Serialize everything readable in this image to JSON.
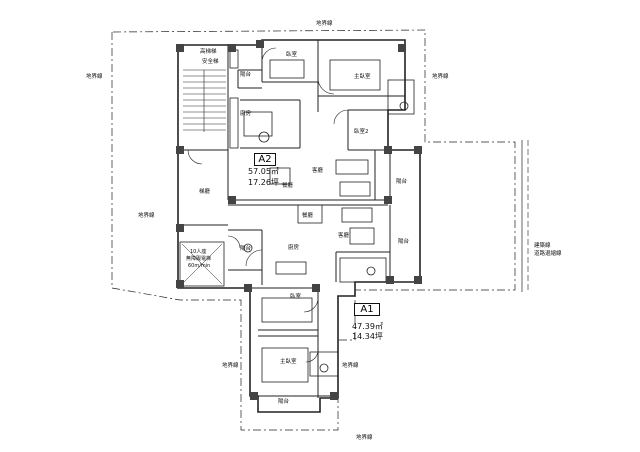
{
  "boundary_label": "地界線",
  "unit_a2": {
    "code": "A2",
    "area_m2": "57.05㎡",
    "area_ping": "17.26坪"
  },
  "unit_a1": {
    "code": "A1",
    "area_m2": "47.39㎡",
    "area_ping": "14.34坪"
  },
  "setback": {
    "line1": "建築線",
    "line2": "道路退縮線"
  },
  "rooms": {
    "bedroom": "臥室",
    "master_bedroom": "主臥室",
    "bedroom2": "臥室2",
    "balcony": "陽台",
    "kitchen": "廚房",
    "dining": "餐廳",
    "living": "客廳",
    "stair_hall": "梯廳",
    "tall_stair": "高梯梯",
    "safety_stair": "安全梯",
    "elevator_line1": "10人座",
    "elevator_line2": "無障礙電梯",
    "elevator_line3": "60m/min"
  }
}
